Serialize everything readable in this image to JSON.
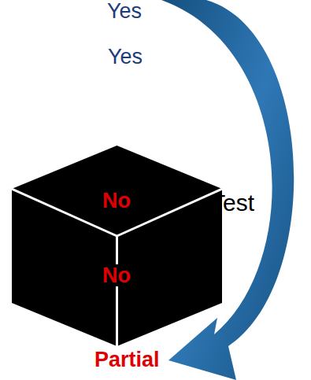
{
  "diagram": {
    "nodes": [
      {
        "text": [
          "No",
          "No"
        ]
      }
    ],
    "labels": [
      "Yes",
      "Yes",
      "Test",
      "Partial"
    ]
  }
}
